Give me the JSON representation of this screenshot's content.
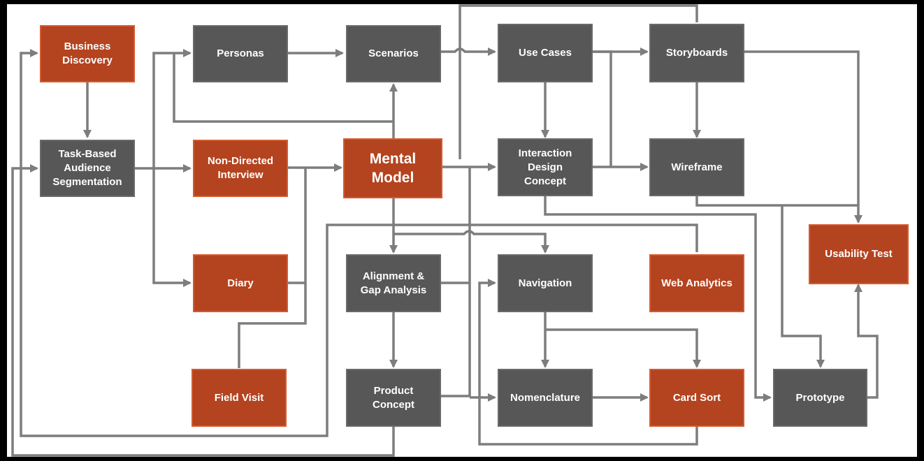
{
  "diagram": {
    "colors": {
      "primary_node": "#575757",
      "accent_node": "#b4431f",
      "connector": "#7d7d7d",
      "background": "#ffffff",
      "frame": "#000000"
    },
    "nodes": {
      "business_discovery": "Business\nDiscovery",
      "personas": "Personas",
      "scenarios": "Scenarios",
      "use_cases": "Use Cases",
      "storyboards": "Storyboards",
      "task_based_audience_segmentation": "Task-Based\nAudience\nSegmentation",
      "non_directed_interview": "Non-Directed\nInterview",
      "mental_model": "Mental\nModel",
      "interaction_design_concept": "Interaction\nDesign\nConcept",
      "wireframe": "Wireframe",
      "usability_test": "Usability Test",
      "diary": "Diary",
      "alignment_gap_analysis": "Alignment &\nGap Analysis",
      "navigation": "Navigation",
      "web_analytics": "Web Analytics",
      "field_visit": "Field Visit",
      "product_concept": "Product\nConcept",
      "nomenclature": "Nomenclature",
      "card_sort": "Card Sort",
      "prototype": "Prototype"
    }
  }
}
